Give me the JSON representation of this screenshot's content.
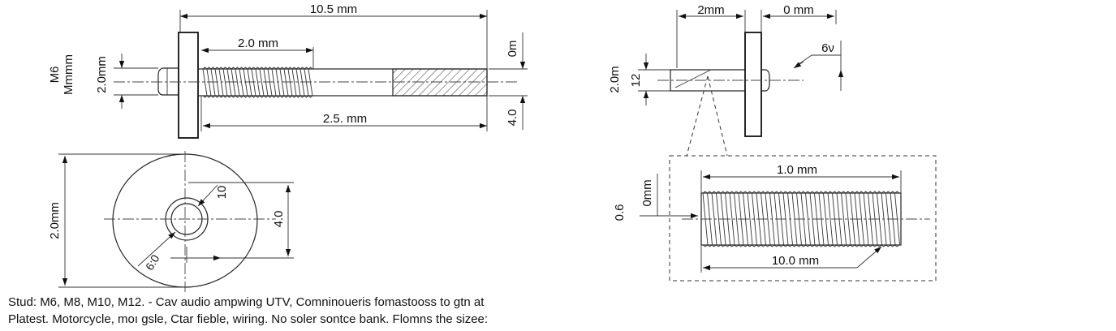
{
  "left_view": {
    "dim_overall": "10.5 mm",
    "dim_thread_upper": "2.0 mm",
    "dim_thread_lower": "2.5. mm",
    "dim_right_top": "0m",
    "dim_right_bottom": "4.0",
    "label_m6": "M6",
    "label_mmmm": "Mmmm",
    "dim_left_height": "2.0mm"
  },
  "front_view": {
    "dim_height": "2.0mm",
    "dim_right": "4.0",
    "dim_hole": "10",
    "dim_diag": "6:0"
  },
  "right_view": {
    "dim_top_left": "2mm",
    "dim_top_right": "0 mm",
    "dim_corner": "6ν",
    "dim_height": "2.0m",
    "dim_inner": "12"
  },
  "detail_view": {
    "dim_top": "1.0 mm",
    "dim_bottom": "10.0 mm",
    "dim_left_a": "0.6",
    "dim_left_b": "0mm"
  },
  "caption": {
    "line1": "Stud: M6, M8, M10, M12. -  Cav audio ampwing UTV,   Comninoueris fomastooss to gtn at",
    "line2": "Platest.  Motorcycle, moı gsle,  Ctar fieble, wiring.  No soler sontce bank.  Flomns the sizee:"
  }
}
